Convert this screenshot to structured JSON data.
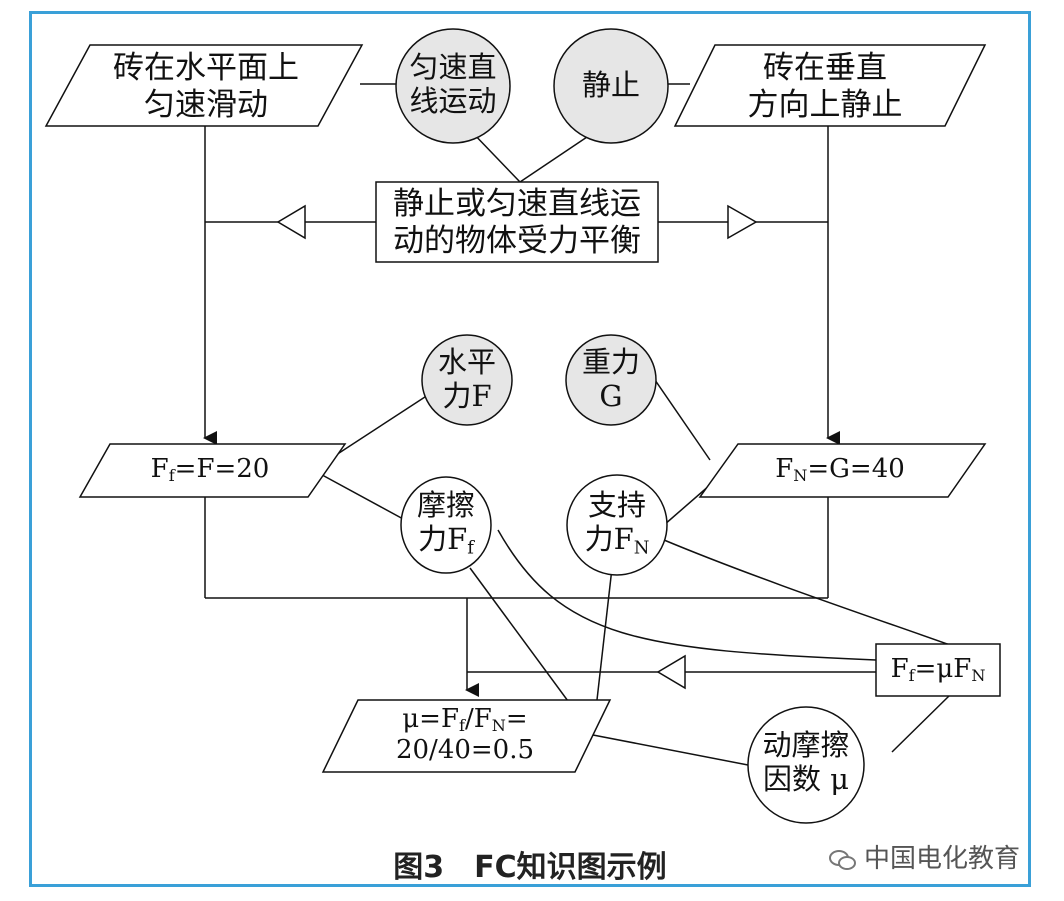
{
  "diagram": {
    "parallelograms": {
      "brick_horizontal": [
        "砖在水平面上",
        "匀速滑动"
      ],
      "brick_vertical": [
        "砖在垂直",
        "方向上静止"
      ],
      "ff_eq_f": {
        "text": "F",
        "sub": "f",
        "rest": "=F=20"
      },
      "fn_eq_g": {
        "text": "F",
        "sub": "N",
        "rest": "=G=40"
      },
      "mu_result": {
        "line1_pre": "μ=F",
        "line1_sub1": "f",
        "line1_mid": "/F",
        "line1_sub2": "N",
        "line1_post": "=",
        "line2": "20/40=0.5"
      }
    },
    "circles": {
      "uniform_motion": [
        "匀速直",
        "线运动"
      ],
      "static": [
        "静止"
      ],
      "horizontal_force": [
        "水平",
        "力F"
      ],
      "gravity": [
        "重力",
        "G"
      ],
      "friction": {
        "line1": "摩擦",
        "line2": "力F",
        "sub": "f"
      },
      "support": {
        "line1": "支持",
        "line2": "力F",
        "sub": "N"
      },
      "kinetic_coef": [
        "动摩擦",
        "因数 μ"
      ]
    },
    "rectangles": {
      "equilibrium_rule": [
        "静止或匀速直线运",
        "动的物体受力平衡"
      ],
      "friction_formula": {
        "pre": "F",
        "sub1": "f",
        "mid": "=μF",
        "sub2": "N"
      }
    },
    "colors": {
      "border": "#3aa0d8",
      "circle_fill": "#e6e6e6",
      "line": "#111111"
    }
  },
  "caption": "图3　FC知识图示例",
  "watermark": "中国电化教育",
  "watermark_icon": "wechat-icon"
}
